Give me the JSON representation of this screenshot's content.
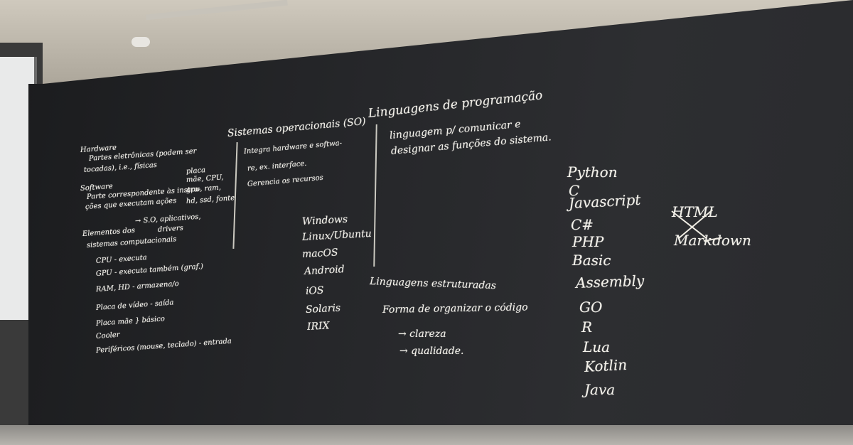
{
  "board": {
    "col1": {
      "title": "Hardware",
      "lines": [
        "Partes eletrônicas (podem ser",
        "tocadas), i.e., físicas",
        "Software",
        "Parte correspondente às instru-",
        "ções que executam ações",
        "→ S.O, aplicativos,",
        "drivers",
        "Elementos dos",
        "sistemas computacionais",
        "CPU - executa",
        "GPU - executa também (graf.)",
        "RAM, HD - armazena/o",
        "Placa de vídeo - saída",
        "Placa mãe } básico",
        "Cooler",
        "Periféricos (mouse, teclado) - entrada"
      ],
      "side_note": [
        "placa",
        "mãe, CPU,",
        "gpu, ram,",
        "hd, ssd, fonte"
      ]
    },
    "col2": {
      "title": "Sistemas operacionais (SO)",
      "lines": [
        "Integra hardware e softwa-",
        "re, ex. interface.",
        "Gerencia os recursos"
      ],
      "os_list": [
        "Windows",
        "Linux/Ubuntu",
        "macOS",
        "Android",
        "iOS",
        "Solaris",
        "IRIX"
      ]
    },
    "col3": {
      "title": "Linguagens de programação",
      "lines": [
        "linguagem p/ comunicar e",
        "designar as funções do sistema."
      ],
      "languages": [
        "Python",
        "C",
        "Javascript",
        "C#",
        "PHP",
        "Basic",
        "Assembly",
        "GO",
        "R",
        "Lua",
        "Kotlin",
        "Java"
      ],
      "crossed_out": [
        "HTML",
        "Markdown"
      ],
      "structured_title": "Linguagens estruturadas",
      "structured_lines": [
        "Forma de organizar o código",
        "→ clareza",
        "→ qualidade."
      ]
    }
  }
}
